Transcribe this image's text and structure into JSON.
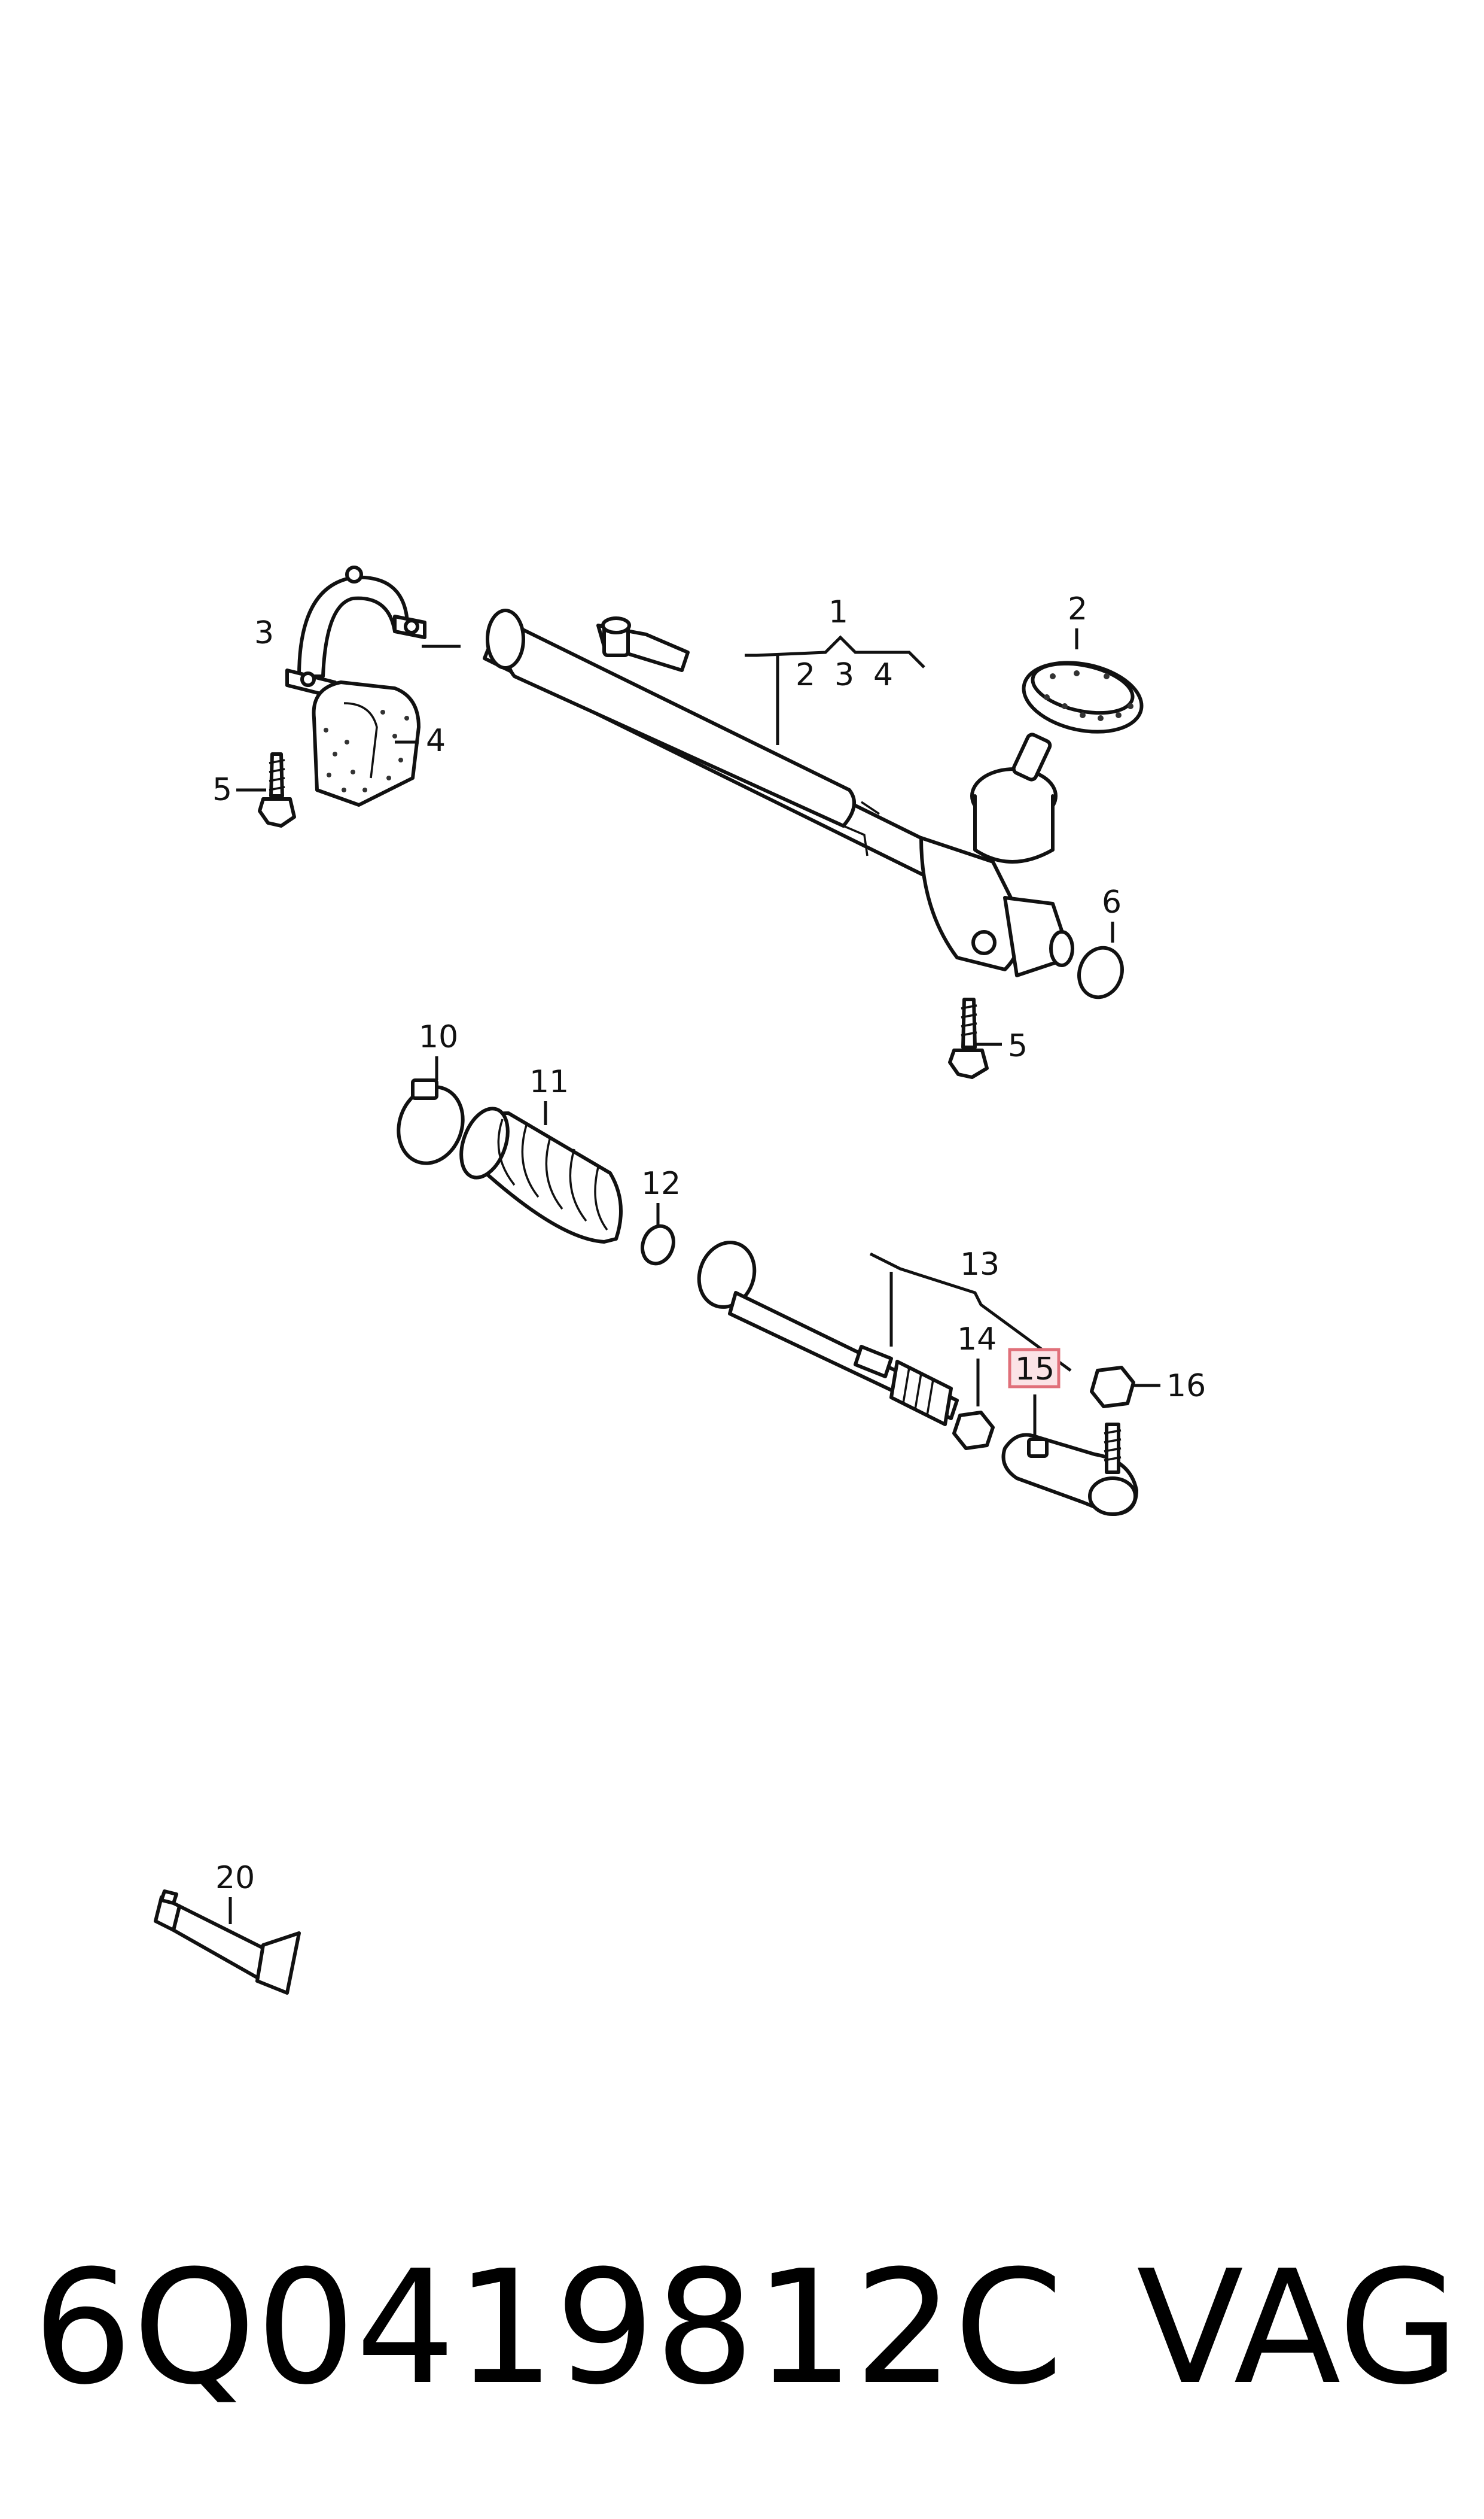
{
  "callouts": {
    "c1": "1",
    "c2a": "2",
    "c3a": "3",
    "c4a": "4",
    "c2": "2",
    "c3": "3",
    "c4": "4",
    "c5a": "5",
    "c5b": "5",
    "c6": "6",
    "c10": "10",
    "c11": "11",
    "c12": "12",
    "c13": "13",
    "c14": "14",
    "c15": "15",
    "c16": "16",
    "c20": "20"
  },
  "highlight": {
    "callout": "15",
    "color": "#e0707a"
  },
  "caption": {
    "part_number": "6Q0419812C",
    "brand": "VAG"
  }
}
